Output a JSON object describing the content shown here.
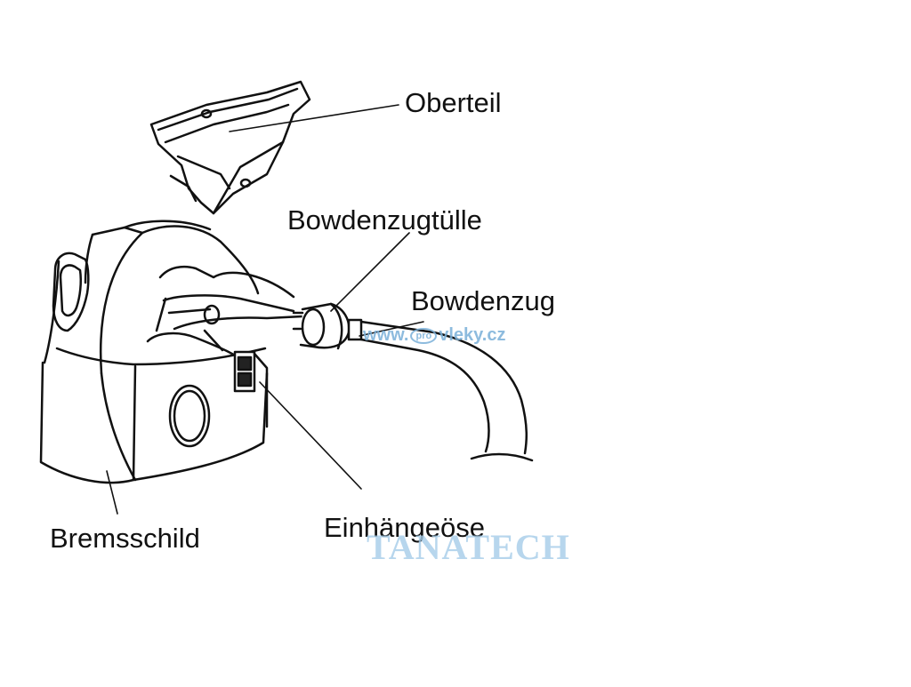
{
  "labels": {
    "oberteil": "Oberteil",
    "bowdenzugtuelle": "Bowdenzugtülle",
    "bowdenzug": "Bowdenzug",
    "bremsschild": "Bremsschild",
    "einhaengeoese": "Einhängeöse"
  },
  "watermark": {
    "url": "www.",
    "url_logo": "pro",
    "url_domain": "vleky.cz",
    "brand": "TANATECH"
  },
  "colors": {
    "ink": "#111111",
    "watermark_blue": "#7ab0d9",
    "background": "#ffffff"
  }
}
